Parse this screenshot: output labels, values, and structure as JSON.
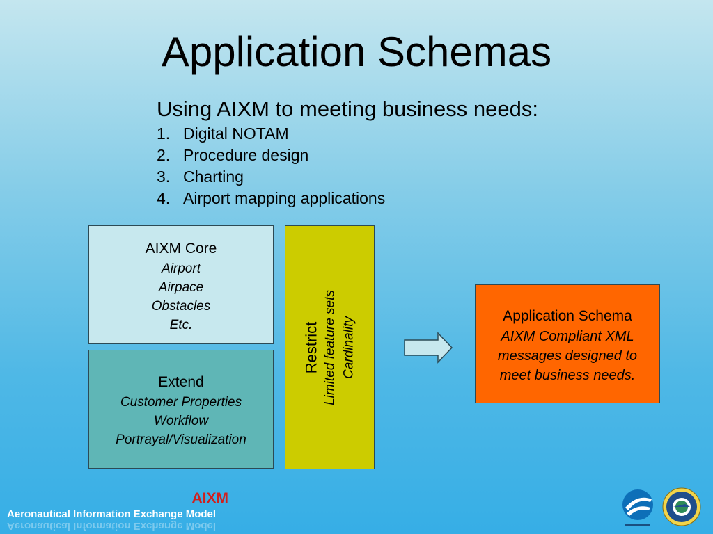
{
  "title": "Application Schemas",
  "subtitle": "Using AIXM to meeting business needs:",
  "business_needs": [
    {
      "number": "1.",
      "text": "Digital NOTAM"
    },
    {
      "number": "2.",
      "text": "Procedure design"
    },
    {
      "number": "3.",
      "text": "Charting"
    },
    {
      "number": "4.",
      "text": "Airport mapping applications"
    }
  ],
  "core_box": {
    "heading": "AIXM Core",
    "items": [
      "Airport",
      "Airpace",
      "Obstacles",
      "Etc."
    ]
  },
  "extend_box": {
    "heading": "Extend",
    "items": [
      "Customer Properties",
      "Workflow",
      "Portrayal/Visualization"
    ]
  },
  "restrict_box": {
    "heading": "Restrict",
    "items": [
      "Limited feature sets",
      "Cardinality"
    ]
  },
  "application_schema_box": {
    "heading": "Application Schema",
    "lines": [
      "AIXM Compliant XML",
      "messages designed to",
      "meet business needs."
    ]
  },
  "footer": {
    "logo_text": "AIXM",
    "tagline": "Aeronautical Information Exchange Model"
  },
  "colors": {
    "core_fill": "#c7e8ee",
    "extend_fill": "#5fb6b6",
    "restrict_fill": "#cccc00",
    "application_schema_fill": "#ff6600",
    "logo_red": "#d0201e"
  },
  "icons": {
    "arrow": "right-arrow-icon",
    "eurocontrol": "eurocontrol-emblem-icon",
    "faa": "faa-seal-icon"
  }
}
